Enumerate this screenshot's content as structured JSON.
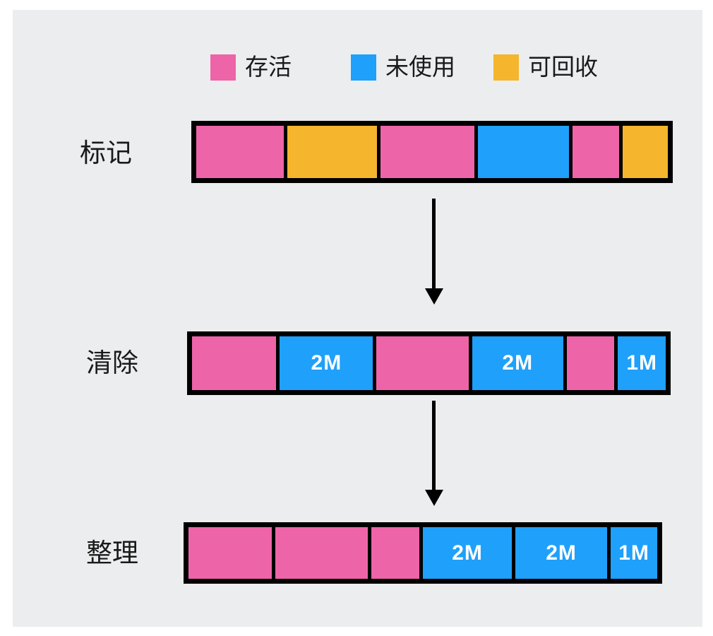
{
  "colors": {
    "alive": "#EE64A8",
    "unused": "#1FA0FA",
    "reclaimable": "#F5B52D",
    "canvas_bg": "#ECEDEE",
    "page_bg": "#FFFFFF",
    "border": "#000000",
    "text": "#1A1A1A",
    "segment_label_text": "#FFFFFF"
  },
  "legend": {
    "items": [
      {
        "label": "存活",
        "color_key": "alive"
      },
      {
        "label": "未使用",
        "color_key": "unused"
      },
      {
        "label": "可回收",
        "color_key": "reclaimable"
      }
    ]
  },
  "rows": [
    {
      "label": "标记",
      "segments": [
        {
          "type": "alive",
          "label": "",
          "width": 124
        },
        {
          "type": "reclaimable",
          "label": "",
          "width": 128
        },
        {
          "type": "alive",
          "label": "",
          "width": 133
        },
        {
          "type": "unused",
          "label": "",
          "width": 130
        },
        {
          "type": "alive",
          "label": "",
          "width": 66
        },
        {
          "type": "reclaimable",
          "label": "",
          "width": 64
        }
      ]
    },
    {
      "label": "清除",
      "segments": [
        {
          "type": "alive",
          "label": "",
          "width": 120
        },
        {
          "type": "unused",
          "label": "2M",
          "width": 133
        },
        {
          "type": "alive",
          "label": "",
          "width": 131
        },
        {
          "type": "unused",
          "label": "2M",
          "width": 130
        },
        {
          "type": "alive",
          "label": "",
          "width": 68
        },
        {
          "type": "unused",
          "label": "1M",
          "width": 68
        }
      ]
    },
    {
      "label": "整理",
      "segments": [
        {
          "type": "alive",
          "label": "",
          "width": 120
        },
        {
          "type": "alive",
          "label": "",
          "width": 133
        },
        {
          "type": "alive",
          "label": "",
          "width": 69
        },
        {
          "type": "unused",
          "label": "2M",
          "width": 128
        },
        {
          "type": "unused",
          "label": "2M",
          "width": 132
        },
        {
          "type": "unused",
          "label": "1M",
          "width": 67
        }
      ]
    }
  ]
}
